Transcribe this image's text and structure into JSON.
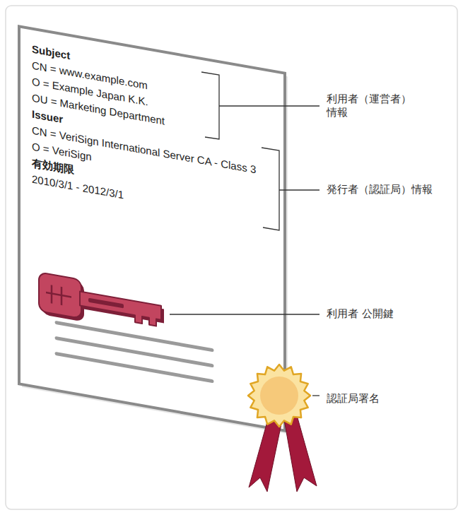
{
  "diagram": {
    "nodes": [
      {
        "text": [
          "Subject",
          "CN = www.example.com",
          "O = Example Japan K.K.",
          "OU = Marketing Department",
          "Issuer",
          "CN = VeriSign International Server CA - Class 3",
          "O = VeriSign",
          "有効期限",
          "2010/3/1 - 2012/3/1"
        ]
      }
    ],
    "labels": [
      "利用者（運営者） 情報",
      "発行者（認証局）情報",
      "利用者 公開鍵",
      "認証局署名"
    ]
  }
}
